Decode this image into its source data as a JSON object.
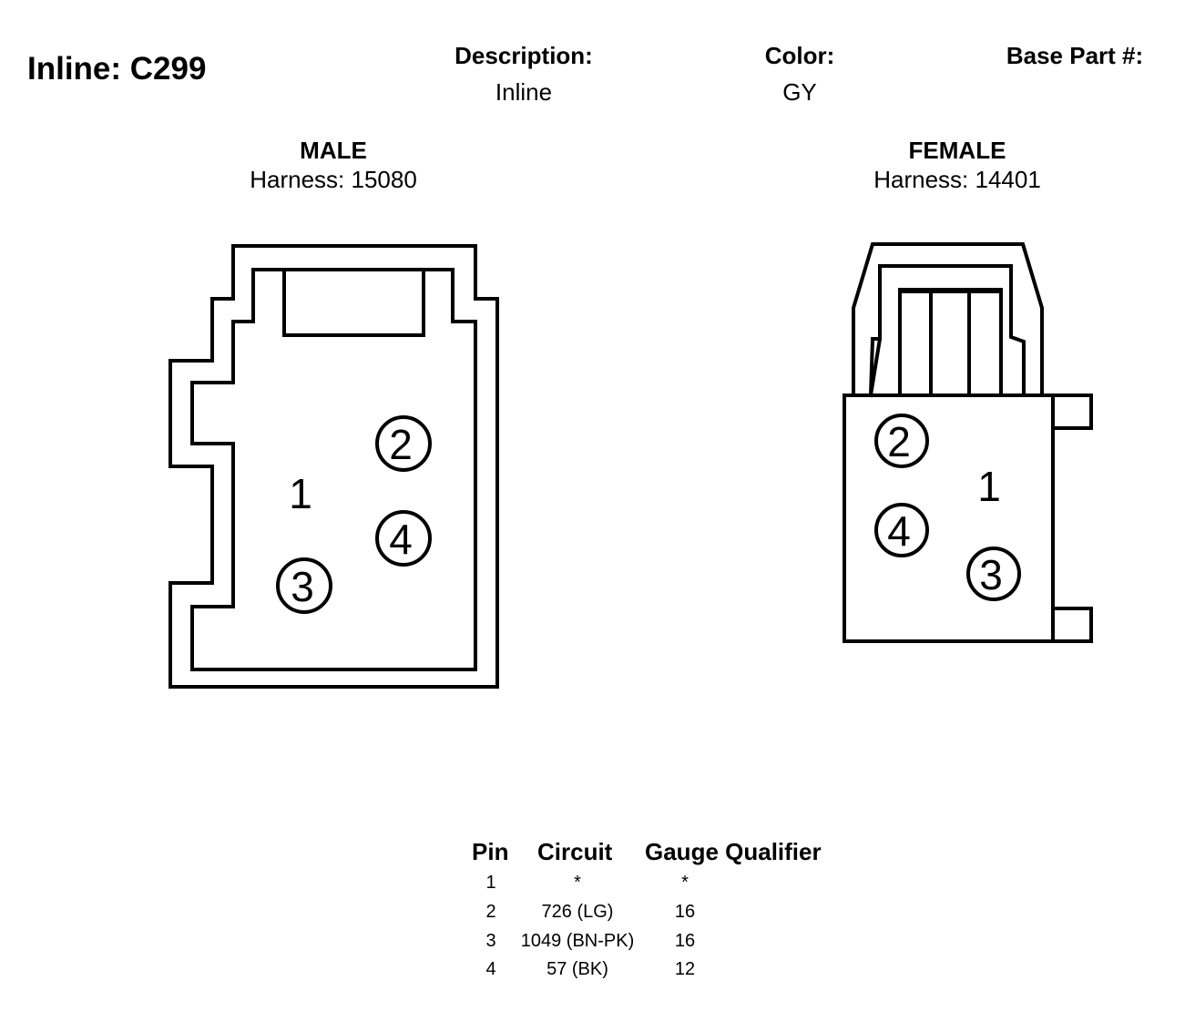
{
  "header": {
    "title": "Inline: C299",
    "description_label": "Description:",
    "description_value": "Inline",
    "color_label": "Color:",
    "color_value": "GY",
    "base_part_label": "Base Part #:",
    "base_part_value": ""
  },
  "male": {
    "label": "MALE",
    "harness": "Harness: 15080",
    "pins": [
      "1",
      "2",
      "3",
      "4"
    ]
  },
  "female": {
    "label": "FEMALE",
    "harness": "Harness: 14401",
    "pins": [
      "1",
      "2",
      "3",
      "4"
    ]
  },
  "table": {
    "headers": [
      "Pin",
      "Circuit",
      "Gauge Qualifier"
    ],
    "rows": [
      {
        "pin": "1",
        "circuit": "*",
        "gauge": "*"
      },
      {
        "pin": "2",
        "circuit": "726 (LG)",
        "gauge": "16"
      },
      {
        "pin": "3",
        "circuit": "1049 (BN-PK)",
        "gauge": "16"
      },
      {
        "pin": "4",
        "circuit": "57 (BK)",
        "gauge": "12"
      }
    ]
  }
}
